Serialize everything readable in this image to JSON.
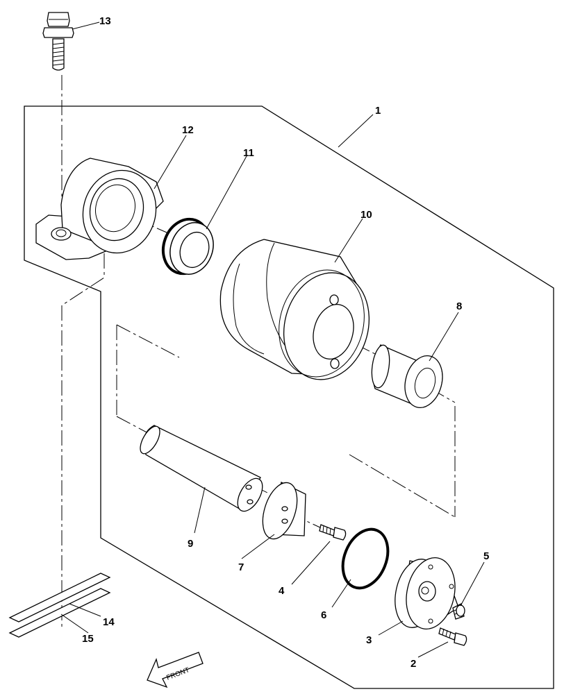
{
  "labels": {
    "p1": "1",
    "p2": "2",
    "p3": "3",
    "p4": "4",
    "p5": "5",
    "p6": "6",
    "p7": "7",
    "p8": "8",
    "p9": "9",
    "p10": "10",
    "p11": "11",
    "p12": "12",
    "p13": "13",
    "p14": "14",
    "p15": "15"
  },
  "front_label": "FRONT"
}
